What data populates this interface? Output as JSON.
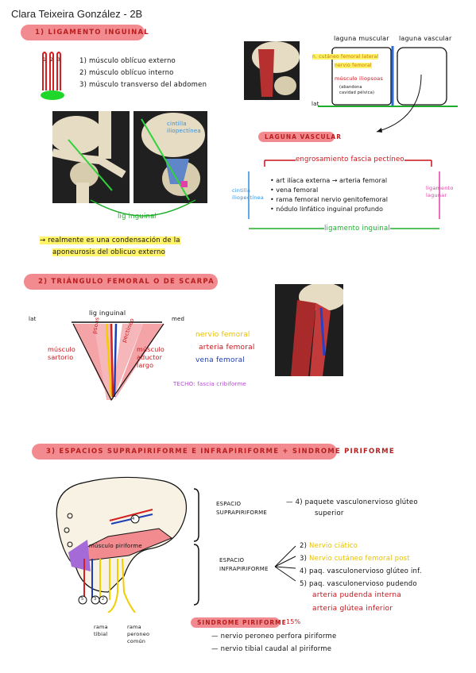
{
  "header": {
    "title": "Clara Teixeira González - 2B"
  },
  "section1": {
    "title": "1) LIGAMENTO INGUINAL",
    "layers_numbers": [
      "1",
      "2",
      "3"
    ],
    "muscles": [
      "1) músculo oblícuo externo",
      "2) músculo oblícuo interno",
      "3) músculo transverso del abdomen"
    ],
    "cintilla_label": "cintilla iliopectínea",
    "lig_label": "lig inguinal",
    "note_line1": "→ realmente es una condensación de la",
    "note_line2": "aponeurosis del oblicuo externo"
  },
  "lagunas": {
    "muscular_title": "laguna muscular",
    "vascular_title": "laguna vascular",
    "n_cutaneo": "n. cutáneo femoral lateral",
    "nervio_femoral": "nervio femoral",
    "musculo_iliopsoas": "músculo iliopsoas",
    "abandona_1": "(abandona",
    "abandona_2": "cavidad pélvica)",
    "lat": "lat",
    "vascular_label": "LAGUNA VASCULAR",
    "engrosamiento": "engrosamiento fascia pectíneo",
    "contents": [
      "• art ilíaca externa → arteria femoral",
      "• vena femoral",
      "• rama femoral nervio genitofemoral",
      "• nódulo linfático inguinal profundo"
    ],
    "cintilla_side": "cintilla iliopectínea",
    "ligamento_lagunar": "ligamento lagunar",
    "ligamento_inguinal": "ligamento inguinal"
  },
  "section2": {
    "title": "2) TRIÁNGULO FEMORAL O DE SCARPA",
    "lat": "lat",
    "med": "med",
    "lig_inguinal": "lig inguinal",
    "psoas": "psoas",
    "pectineo": "pectíneo",
    "sartorio": "músculo sartorio",
    "aductor": "músculo aductor largo",
    "nervio_femoral": "nervio femoral",
    "arteria_femoral": "arteria femoral",
    "vena_femoral": "vena femoral",
    "techo": "TECHO: fascia cribiforme"
  },
  "section3": {
    "title": "3) ESPACIOS SUPRAPIRIFORME E INFRAPIRIFORME + SINDROME PIRIFORME",
    "musculo_piriforme": "músculo piriforme",
    "circle_labels": [
      "4",
      "5",
      "3",
      "2"
    ],
    "rama_tibial": "rama tibial",
    "rama_peroneo": "rama peroneo común",
    "espacio_supra_1": "ESPACIO",
    "espacio_supra_2": "SUPRAPIRIFORME",
    "supra_item_1": "— 4) paquete vasculonervioso glúteo",
    "supra_item_2": "superior",
    "espacio_infra_1": "ESPACIO",
    "espacio_infra_2": "INFRAPIRIFORME",
    "infra_items": [
      {
        "num": "2)",
        "text": "Nervio ciático",
        "color": "yellow"
      },
      {
        "num": "3)",
        "text": "Nervio cutáneo femoral post",
        "color": "yellow"
      },
      {
        "num": "4)",
        "text": "paq. vasculonervioso glúteo inf.",
        "color": "black"
      },
      {
        "num": "5)",
        "text": "paq. vasculonervioso pudendo",
        "color": "black"
      }
    ],
    "arteria_pudenda": "arteria pudenda interna",
    "arteria_glutea": "arteria glútea inferior",
    "sindrome_title": "SINDROME PIRIFORME",
    "sindrome_pct": "15%",
    "sindrome_1": "— nervio peroneo perfora piriforme",
    "sindrome_2": "— nervio tibial caudal al piriforme"
  },
  "colors": {
    "pill": "#f28b8f",
    "pill_text": "#b81e1e",
    "highlight": "#fff36a",
    "red": "#c8141a",
    "yellow": "#e8c000",
    "blue": "#1d3fb5",
    "green": "#1fae2c",
    "pink": "#e23fa8",
    "light_blue": "#2f8ee0"
  }
}
